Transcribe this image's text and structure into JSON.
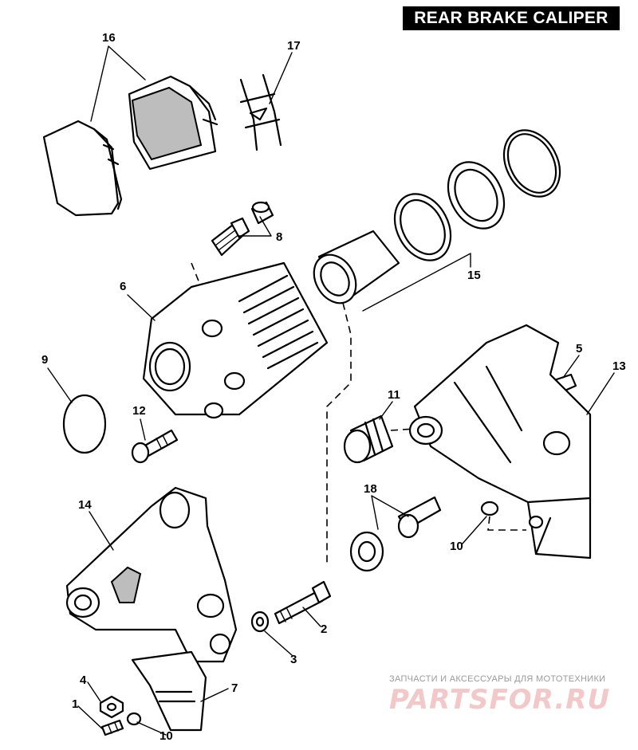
{
  "title": "REAR BRAKE CALIPER",
  "callouts": [
    "16",
    "17",
    "8",
    "15",
    "6",
    "9",
    "12",
    "11",
    "5",
    "13",
    "14",
    "18",
    "10",
    "2",
    "3",
    "4",
    "1",
    "7",
    "10"
  ],
  "watermark": {
    "tagline": "ЗАПЧАСТИ И АКСЕССУАРЫ ДЛЯ МОТОТЕХНИКИ",
    "logo": "PARTSFOR.RU"
  },
  "colors": {
    "ink": "#000000",
    "paper": "#ffffff",
    "watermark": "#f2c8c8"
  }
}
